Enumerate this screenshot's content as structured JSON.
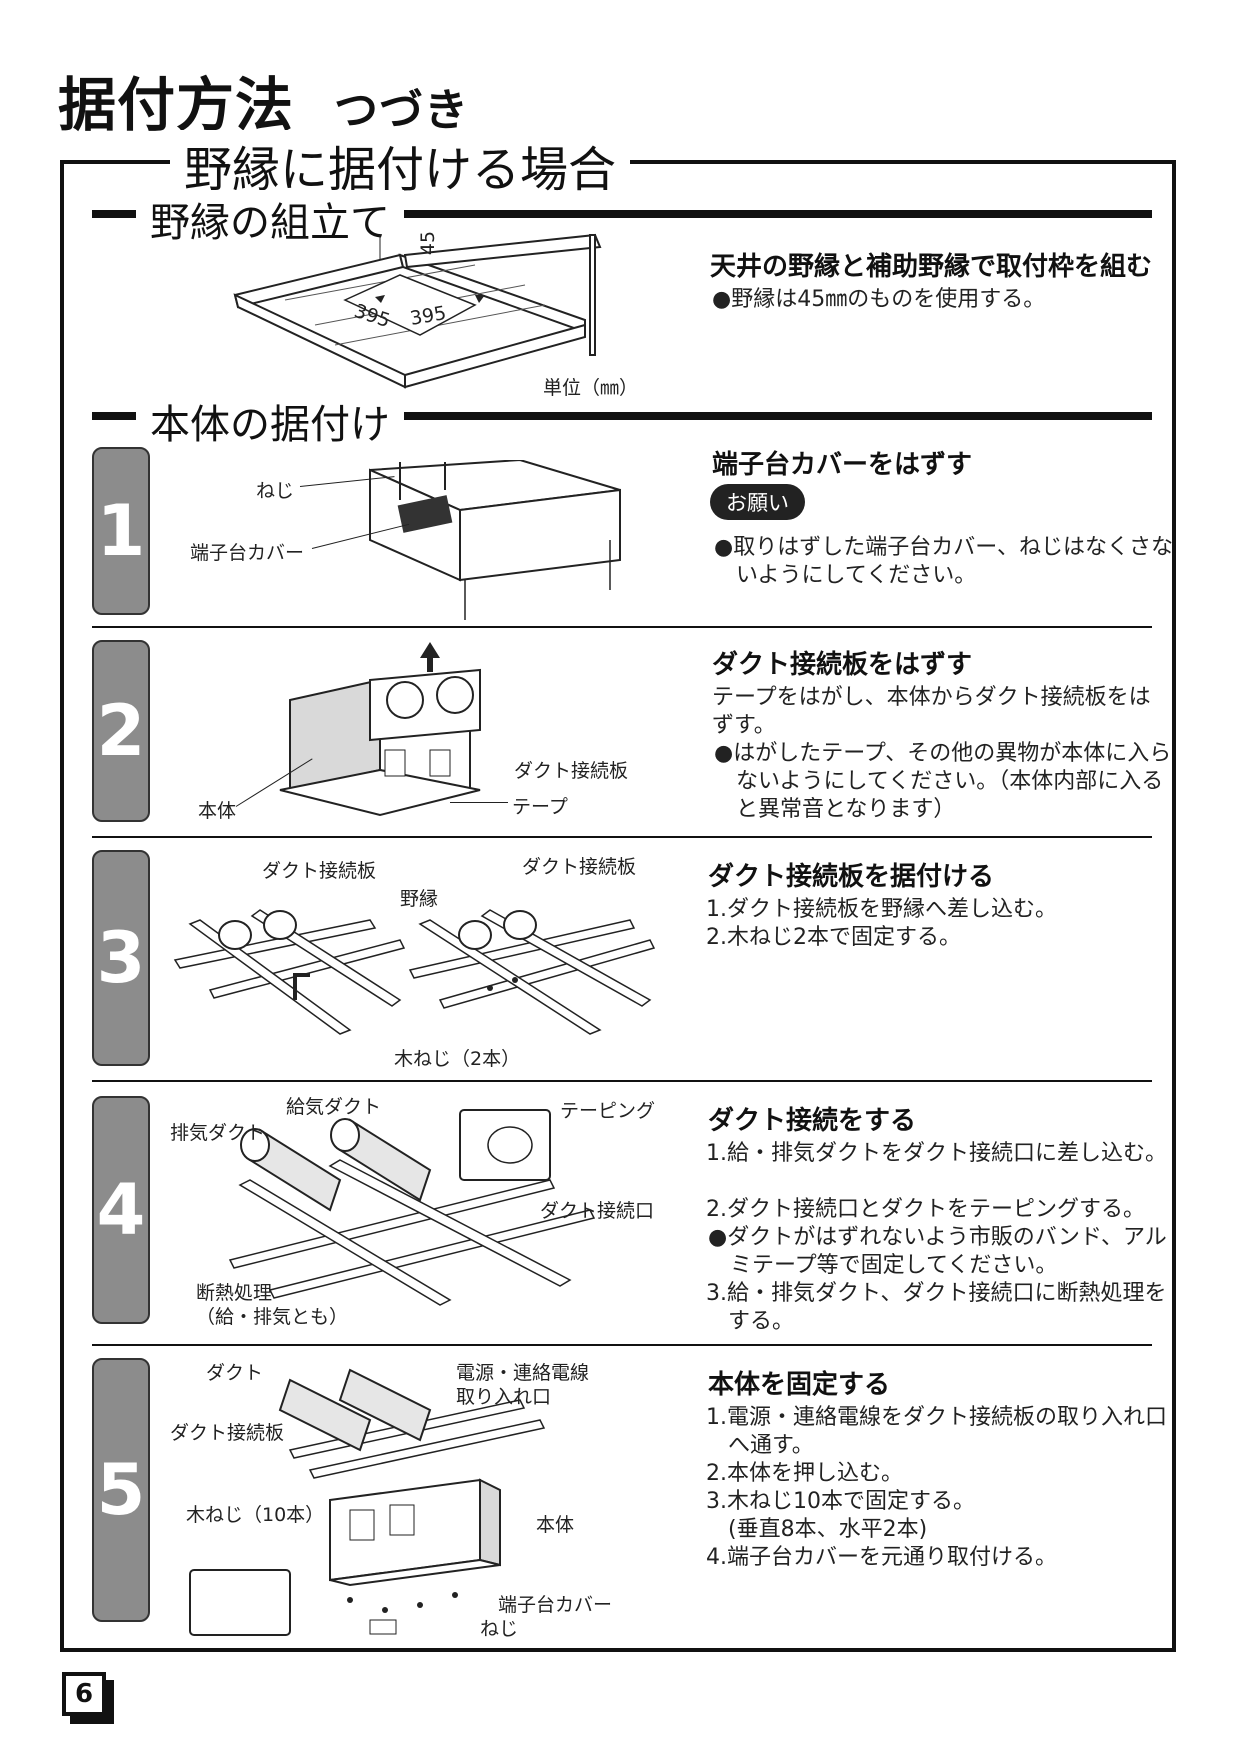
{
  "header": {
    "title": "据付方法",
    "title_cont": "つづき"
  },
  "frame": {
    "title": "野縁に据付ける場合"
  },
  "assembly": {
    "title": "野縁の組立て",
    "heading": "天井の野縁と補助野縁で取付枠を組む",
    "bullet": "●野縁は45㎜のものを使用する。",
    "dim_45": "45",
    "dim_395a": "395",
    "dim_395b": "395",
    "unit": "単位（㎜）"
  },
  "install": {
    "title": "本体の据付け"
  },
  "steps": [
    {
      "num": "1",
      "heading": "端子台カバーをはずす",
      "badge": "お願い",
      "lines": [
        "●取りはずした端子台カバー、ねじはなくさないようにしてください。"
      ],
      "labels": {
        "screw": "ねじ",
        "cover": "端子台カバー"
      }
    },
    {
      "num": "2",
      "heading": "ダクト接続板をはずす",
      "lines": [
        "テープをはがし、本体からダクト接続板をはずす。",
        "●はがしたテープ、その他の異物が本体に入らないようにしてください。（本体内部に入ると異常音となります）"
      ],
      "labels": {
        "plate": "ダクト接続板",
        "body": "本体",
        "tape": "テープ"
      }
    },
    {
      "num": "3",
      "heading": "ダクト接続板を据付ける",
      "lines": [
        "1.ダクト接続板を野縁へ差し込む。",
        "2.木ねじ2本で固定する。"
      ],
      "labels": {
        "plate_left": "ダクト接続板",
        "plate_right": "ダクト接続板",
        "joist": "野縁",
        "screws": "木ねじ（2本）"
      }
    },
    {
      "num": "4",
      "heading": "ダクト接続をする",
      "lines": [
        "1.給・排気ダクトをダクト接続口に差し込む。",
        "2.ダクト接続口とダクトをテーピングする。",
        "●ダクトがはずれないよう市販のバンド、アルミテープ等で固定してください。",
        "3.給・排気ダクト、ダクト接続口に断熱処理をする。"
      ],
      "labels": {
        "supply": "給気ダクト",
        "exhaust": "排気ダクト",
        "taping": "テーピング",
        "port": "ダクト接続口",
        "insulation1": "断熱処理",
        "insulation2": "（給・排気とも）"
      }
    },
    {
      "num": "5",
      "heading": "本体を固定する",
      "lines": [
        "1.電源・連絡電線をダクト接続板の取り入れ口へ通す。",
        "2.本体を押し込む。",
        "3.木ねじ10本で固定する。",
        "(垂直8本、水平2本)",
        "4.端子台カバーを元通り取付ける。"
      ],
      "labels": {
        "duct": "ダクト",
        "wire1": "電源・連絡電線",
        "wire2": "取り入れ口",
        "plate": "ダクト接続板",
        "screws": "木ねじ（10本）",
        "body": "本体",
        "cover": "端子台カバー",
        "screw": "ねじ"
      }
    }
  ],
  "footer": {
    "page": "6"
  }
}
